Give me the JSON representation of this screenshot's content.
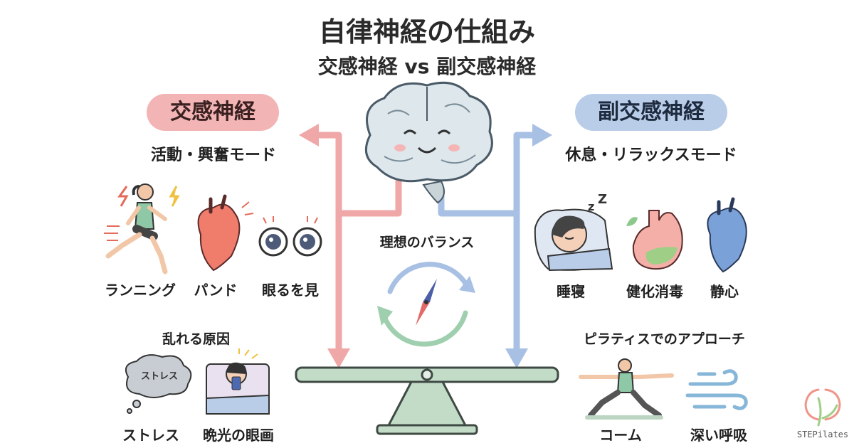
{
  "title": "自律神経の仕組み",
  "subtitle": "交感神経 vs 副交感神経",
  "sympathetic": {
    "name": "交感神経",
    "mode": "活動・興奮モード",
    "items": [
      "ランニング",
      "パンド",
      "眼るを見"
    ],
    "color": "#f2b4b4"
  },
  "parasympathetic": {
    "name": "副交感神経",
    "mode": "休息・リラックスモード",
    "items": [
      "睡寝",
      "健化消毒",
      "静心"
    ],
    "color": "#b9cde9"
  },
  "balance": {
    "label": "理想のバランス"
  },
  "causes": {
    "heading": "乱れる原因",
    "items": [
      "ストレス",
      "晩光の眼画"
    ],
    "bubble_text": "ストレス"
  },
  "pilates": {
    "heading": "ピラティスでのアプローチ",
    "items": [
      "コーム",
      "深い呼吸"
    ]
  },
  "logo": {
    "text": "STEPilates"
  }
}
